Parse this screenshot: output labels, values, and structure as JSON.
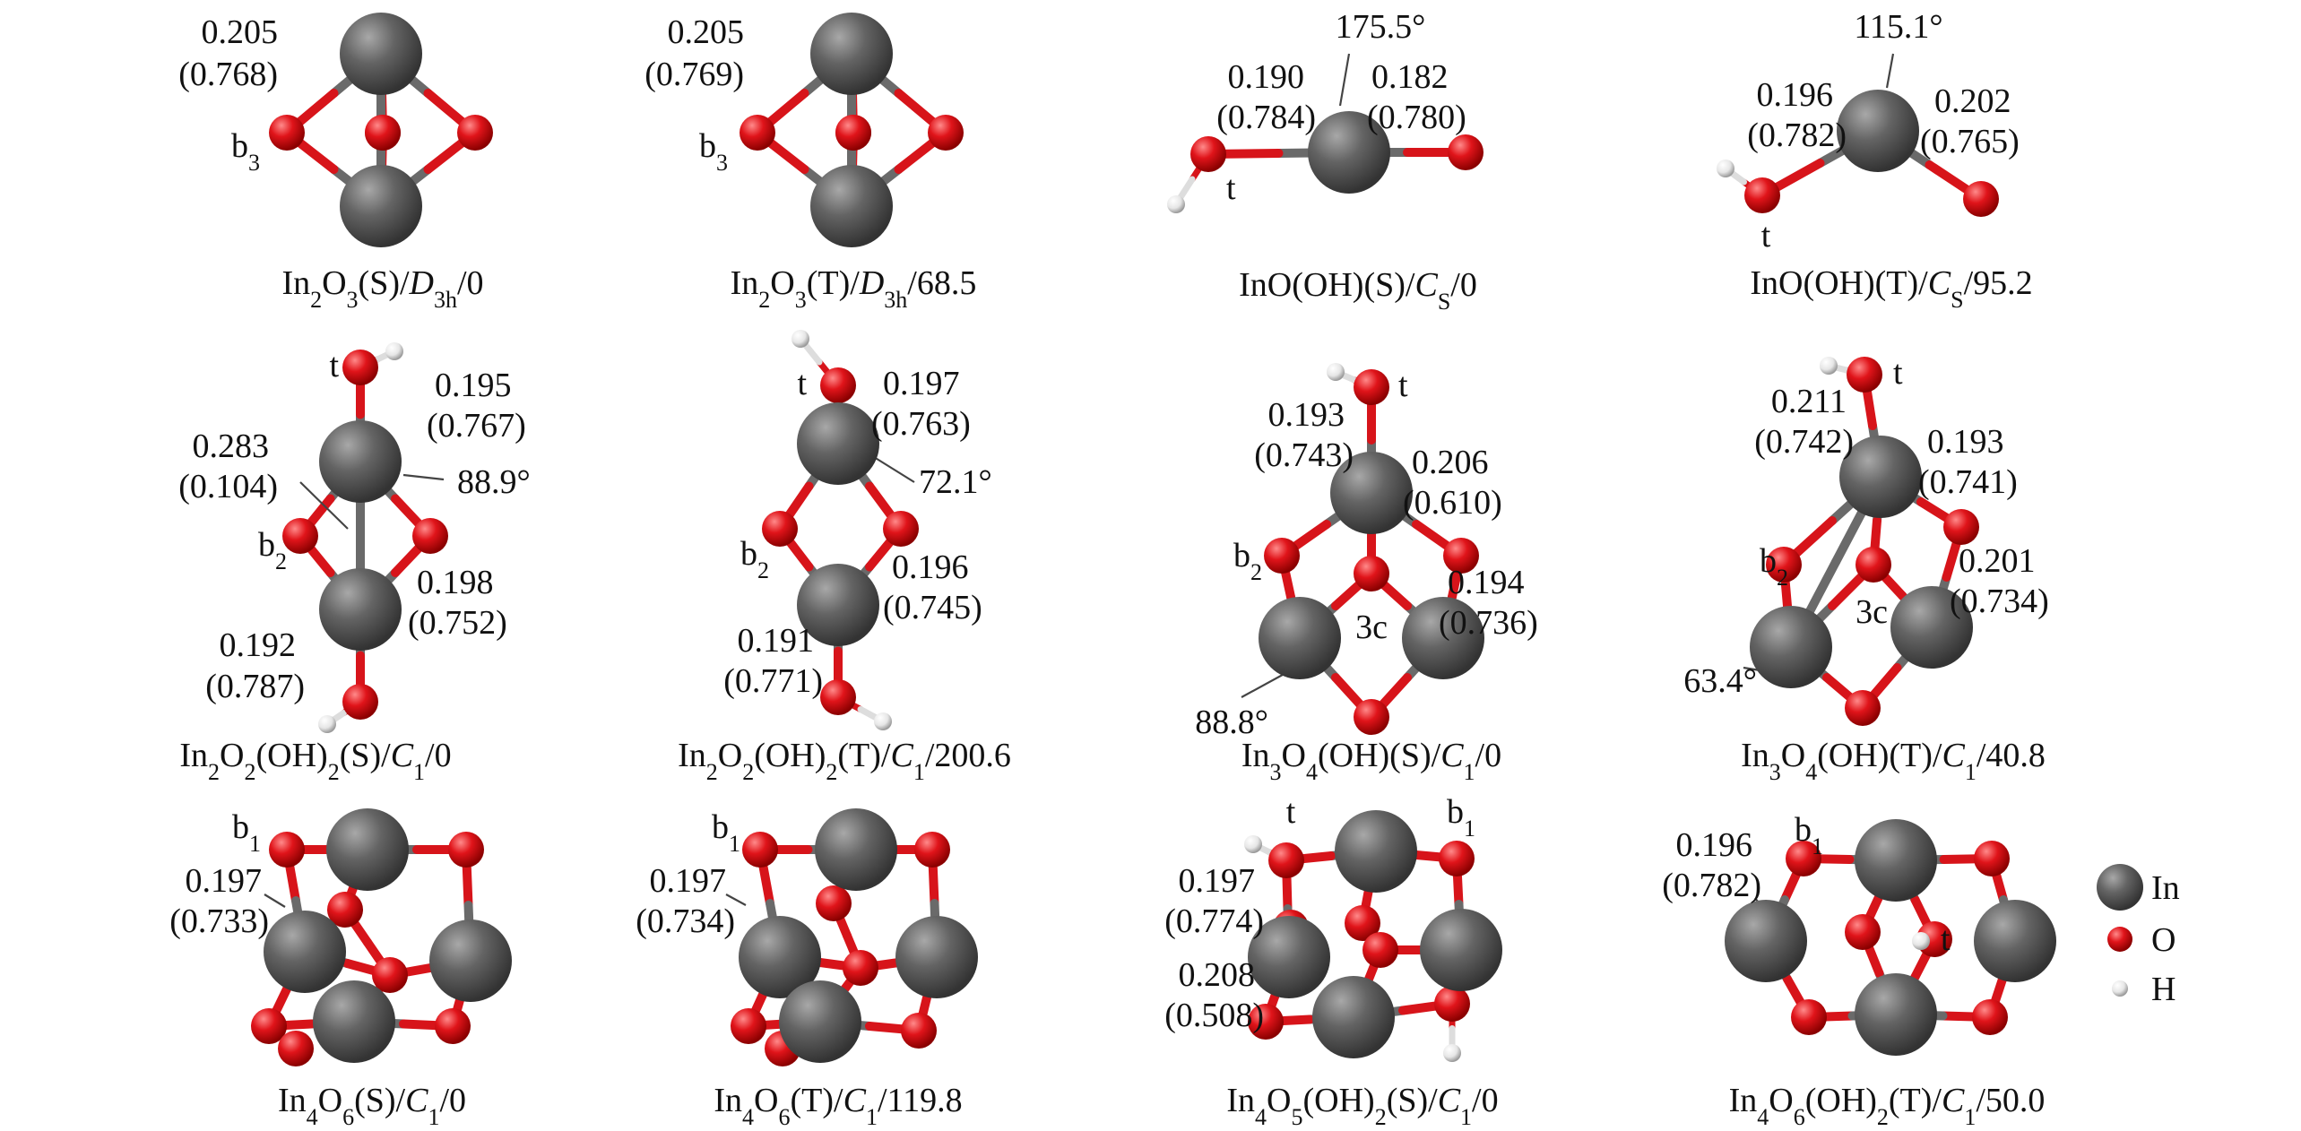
{
  "colors": {
    "indium": "#595959",
    "oxygen": "#d7141a",
    "hydrogen": "#f2f2f2",
    "bond": "#d7141a"
  },
  "legend": [
    {
      "symbol": "In",
      "atom": "indium"
    },
    {
      "symbol": "O",
      "atom": "oxygen"
    },
    {
      "symbol": "H",
      "atom": "hydrogen"
    }
  ],
  "panels": [
    {
      "id": "p1",
      "caption": {
        "formula": [
          [
            "In",
            ""
          ],
          [
            "2",
            "sub"
          ],
          [
            "O",
            ""
          ],
          [
            "3",
            "sub"
          ],
          [
            "(S)/",
            ""
          ]
        ],
        "sym": [
          "D",
          "3h"
        ],
        "energy": "/0"
      },
      "labels": [
        {
          "k": "l1",
          "text": "0.205"
        },
        {
          "k": "l2",
          "text": "(0.768)"
        },
        {
          "k": "l3",
          "text": "b",
          "sub": "3"
        }
      ]
    },
    {
      "id": "p2",
      "caption": {
        "formula": [
          [
            "In",
            ""
          ],
          [
            "2",
            "sub"
          ],
          [
            "O",
            ""
          ],
          [
            "3",
            "sub"
          ],
          [
            "(T)/",
            ""
          ]
        ],
        "sym": [
          "D",
          "3h"
        ],
        "energy": "/68.5"
      },
      "labels": [
        {
          "k": "l1",
          "text": "0.205"
        },
        {
          "k": "l2",
          "text": "(0.769)"
        },
        {
          "k": "l3",
          "text": "b",
          "sub": "3"
        }
      ]
    },
    {
      "id": "p3",
      "caption": {
        "formula": [
          [
            "InO(OH)(S)/",
            ""
          ]
        ],
        "sym": [
          "C",
          "S"
        ],
        "energy": "/0"
      },
      "labels": [
        {
          "k": "l1",
          "text": "175.5°"
        },
        {
          "k": "l2",
          "text": "0.190"
        },
        {
          "k": "l3",
          "text": "(0.784)"
        },
        {
          "k": "l4",
          "text": "0.182"
        },
        {
          "k": "l5",
          "text": "(0.780)"
        },
        {
          "k": "l6",
          "text": "t"
        }
      ]
    },
    {
      "id": "p4",
      "caption": {
        "formula": [
          [
            "InO(OH)(T)/",
            ""
          ]
        ],
        "sym": [
          "C",
          "S"
        ],
        "energy": "/95.2"
      },
      "labels": [
        {
          "k": "l1",
          "text": "115.1°"
        },
        {
          "k": "l2",
          "text": "0.196"
        },
        {
          "k": "l3",
          "text": "(0.782)"
        },
        {
          "k": "l4",
          "text": "0.202"
        },
        {
          "k": "l5",
          "text": "(0.765)"
        },
        {
          "k": "l6",
          "text": "t"
        }
      ]
    },
    {
      "id": "p5",
      "caption": {
        "formula": [
          [
            "In",
            ""
          ],
          [
            "2",
            "sub"
          ],
          [
            "O",
            ""
          ],
          [
            "2",
            "sub"
          ],
          [
            "(OH)",
            ""
          ],
          [
            "2",
            "sub"
          ],
          [
            "(S)/",
            ""
          ]
        ],
        "sym": [
          "C",
          "1"
        ],
        "energy": "/0"
      },
      "labels": [
        {
          "k": "l1",
          "text": "t"
        },
        {
          "k": "l2",
          "text": "0.195"
        },
        {
          "k": "l3",
          "text": "(0.767)"
        },
        {
          "k": "l4",
          "text": "0.283"
        },
        {
          "k": "l5",
          "text": "(0.104)"
        },
        {
          "k": "l6",
          "text": "88.9°"
        },
        {
          "k": "l7",
          "text": "b",
          "sub": "2"
        },
        {
          "k": "l8",
          "text": "0.198"
        },
        {
          "k": "l9",
          "text": "(0.752)"
        },
        {
          "k": "l10",
          "text": "0.192"
        },
        {
          "k": "l11",
          "text": "(0.787)"
        }
      ]
    },
    {
      "id": "p6",
      "caption": {
        "formula": [
          [
            "In",
            ""
          ],
          [
            "2",
            "sub"
          ],
          [
            "O",
            ""
          ],
          [
            "2",
            "sub"
          ],
          [
            "(OH)",
            ""
          ],
          [
            "2",
            "sub"
          ],
          [
            "(T)/",
            ""
          ]
        ],
        "sym": [
          "C",
          "1"
        ],
        "energy": "/200.6"
      },
      "labels": [
        {
          "k": "l1",
          "text": "t"
        },
        {
          "k": "l2",
          "text": "0.197"
        },
        {
          "k": "l3",
          "text": "(0.763)"
        },
        {
          "k": "l4",
          "text": "72.1°"
        },
        {
          "k": "l5",
          "text": "b",
          "sub": "2"
        },
        {
          "k": "l6",
          "text": "0.196"
        },
        {
          "k": "l7",
          "text": "(0.745)"
        },
        {
          "k": "l8",
          "text": "0.191"
        },
        {
          "k": "l9",
          "text": "(0.771)"
        }
      ]
    },
    {
      "id": "p7",
      "caption": {
        "formula": [
          [
            "In",
            ""
          ],
          [
            "3",
            "sub"
          ],
          [
            "O",
            ""
          ],
          [
            "4",
            "sub"
          ],
          [
            "(OH)(S)/",
            ""
          ]
        ],
        "sym": [
          "C",
          "1"
        ],
        "energy": "/0"
      },
      "labels": [
        {
          "k": "l1",
          "text": "t"
        },
        {
          "k": "l2",
          "text": "0.193"
        },
        {
          "k": "l3",
          "text": "(0.743)"
        },
        {
          "k": "l4",
          "text": "0.206"
        },
        {
          "k": "l5",
          "text": "(0.610)"
        },
        {
          "k": "l6",
          "text": "b",
          "sub": "2"
        },
        {
          "k": "l7",
          "text": "0.194"
        },
        {
          "k": "l8",
          "text": "(0.736)"
        },
        {
          "k": "l9",
          "text": "3c"
        },
        {
          "k": "l10",
          "text": "88.8°"
        }
      ]
    },
    {
      "id": "p8",
      "caption": {
        "formula": [
          [
            "In",
            ""
          ],
          [
            "3",
            "sub"
          ],
          [
            "O",
            ""
          ],
          [
            "4",
            "sub"
          ],
          [
            "(OH)(T)/",
            ""
          ]
        ],
        "sym": [
          "C",
          "1"
        ],
        "energy": "/40.8"
      },
      "labels": [
        {
          "k": "l1",
          "text": "t"
        },
        {
          "k": "l2",
          "text": "0.211"
        },
        {
          "k": "l3",
          "text": "(0.742)"
        },
        {
          "k": "l4",
          "text": "0.193"
        },
        {
          "k": "l5",
          "text": "(0.741)"
        },
        {
          "k": "l6",
          "text": "b",
          "sub": "2"
        },
        {
          "k": "l7",
          "text": "0.201"
        },
        {
          "k": "l8",
          "text": "(0.734)"
        },
        {
          "k": "l9",
          "text": "3c"
        },
        {
          "k": "l10",
          "text": "63.4°"
        }
      ]
    },
    {
      "id": "p9",
      "caption": {
        "formula": [
          [
            "In",
            ""
          ],
          [
            "4",
            "sub"
          ],
          [
            "O",
            ""
          ],
          [
            "6",
            "sub"
          ],
          [
            "(S)/",
            ""
          ]
        ],
        "sym": [
          "C",
          "1"
        ],
        "energy": "/0"
      },
      "labels": [
        {
          "k": "l1",
          "text": "b",
          "sub": "1"
        },
        {
          "k": "l2",
          "text": "0.197"
        },
        {
          "k": "l3",
          "text": "(0.733)"
        }
      ]
    },
    {
      "id": "p10",
      "caption": {
        "formula": [
          [
            "In",
            ""
          ],
          [
            "4",
            "sub"
          ],
          [
            "O",
            ""
          ],
          [
            "6",
            "sub"
          ],
          [
            "(T)/",
            ""
          ]
        ],
        "sym": [
          "C",
          "1"
        ],
        "energy": "/119.8"
      },
      "labels": [
        {
          "k": "l1",
          "text": "b",
          "sub": "1"
        },
        {
          "k": "l2",
          "text": "0.197"
        },
        {
          "k": "l3",
          "text": "(0.734)"
        }
      ]
    },
    {
      "id": "p11",
      "caption": {
        "formula": [
          [
            "In",
            ""
          ],
          [
            "4",
            "sub"
          ],
          [
            "O",
            ""
          ],
          [
            "5",
            "sub"
          ],
          [
            "(OH)",
            ""
          ],
          [
            "2",
            "sub"
          ],
          [
            "(S)/",
            ""
          ]
        ],
        "sym": [
          "C",
          "1"
        ],
        "energy": "/0"
      },
      "labels": [
        {
          "k": "l1",
          "text": "t"
        },
        {
          "k": "l2",
          "text": "b",
          "sub": "1"
        },
        {
          "k": "l3",
          "text": "0.197"
        },
        {
          "k": "l4",
          "text": "(0.774)"
        },
        {
          "k": "l5",
          "text": "0.208"
        },
        {
          "k": "l6",
          "text": "(0.508)"
        }
      ]
    },
    {
      "id": "p12",
      "caption": {
        "formula": [
          [
            "In",
            ""
          ],
          [
            "4",
            "sub"
          ],
          [
            "O",
            ""
          ],
          [
            "6",
            "sub"
          ],
          [
            "(OH)",
            ""
          ],
          [
            "2",
            "sub"
          ],
          [
            "(T)/",
            ""
          ]
        ],
        "sym": [
          "C",
          "1"
        ],
        "energy": "/50.0"
      },
      "labels": [
        {
          "k": "l1",
          "text": "0.196"
        },
        {
          "k": "l2",
          "text": "(0.782)"
        },
        {
          "k": "l3",
          "text": "b",
          "sub": "1"
        },
        {
          "k": "l4",
          "text": "t"
        }
      ]
    }
  ]
}
